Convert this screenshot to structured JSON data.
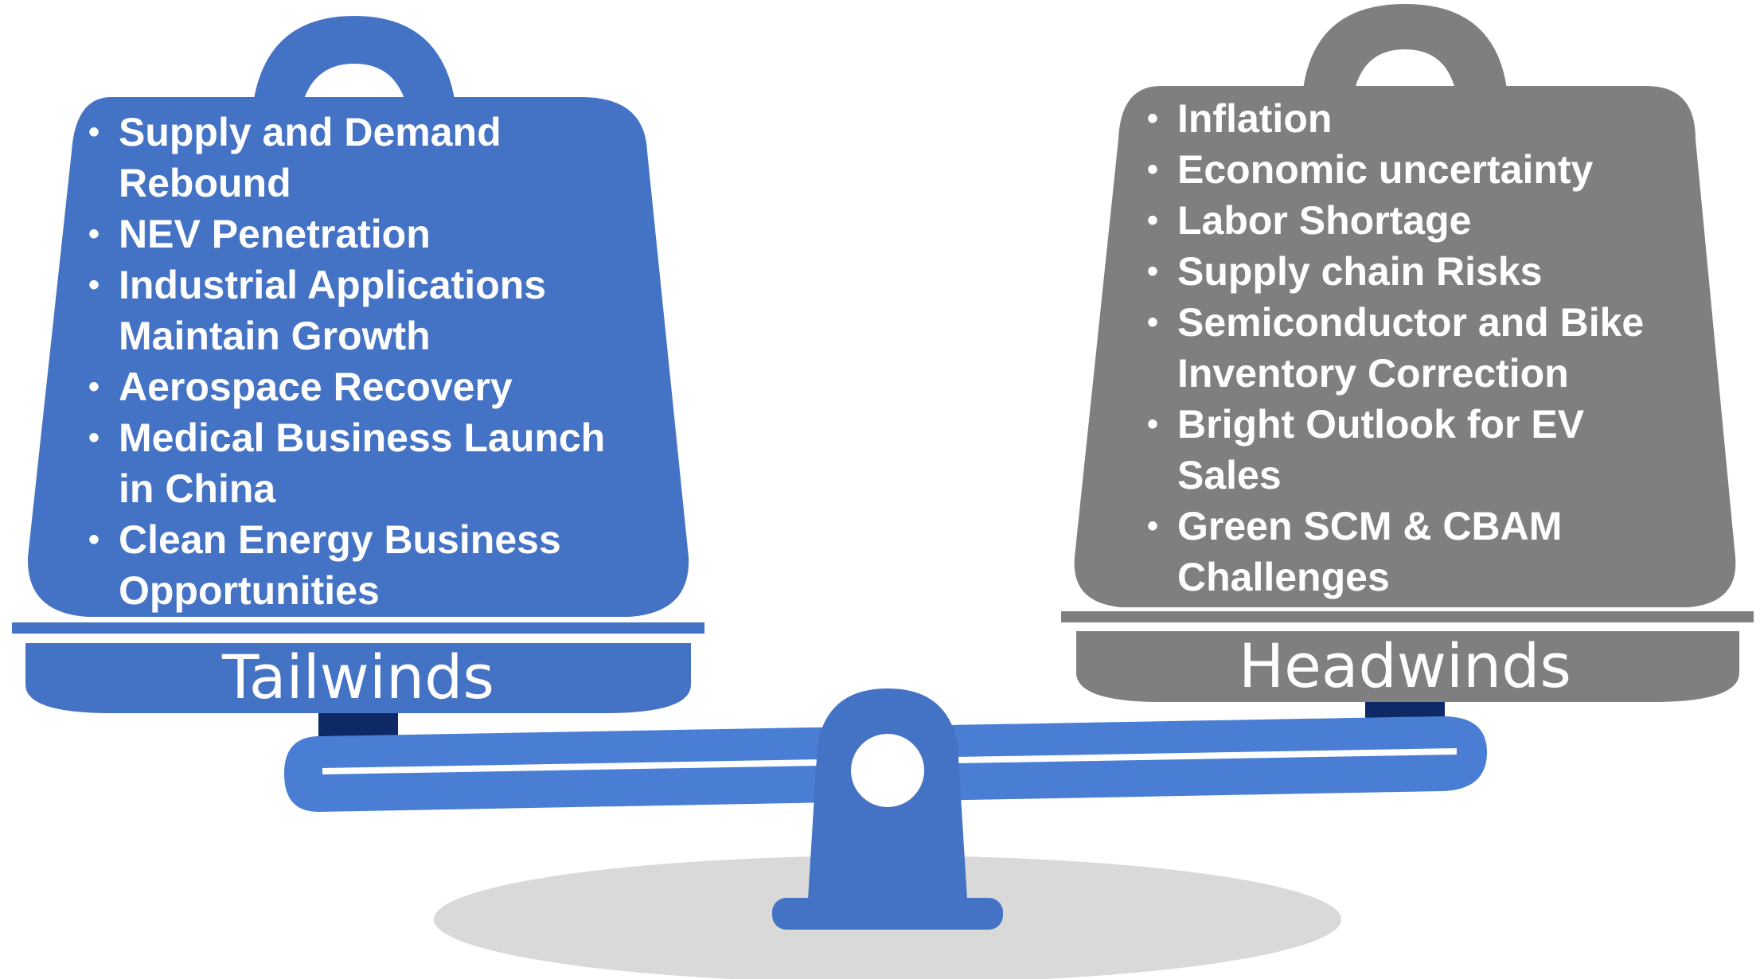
{
  "colors": {
    "tailwinds": "#4472C4",
    "headwinds": "#7F7F7F",
    "beam": "#4A7DD4",
    "connector": "#0E2A66",
    "shadow": "#D9D9D9",
    "text": "#FFFFFF"
  },
  "tailwinds": {
    "label": "Tailwinds",
    "items": [
      {
        "lines": [
          "Supply and Demand",
          "Rebound"
        ]
      },
      {
        "lines": [
          "NEV Penetration"
        ]
      },
      {
        "lines": [
          "Industrial Applications",
          "Maintain Growth"
        ]
      },
      {
        "lines": [
          "Aerospace Recovery"
        ]
      },
      {
        "lines": [
          "Medical Business Launch",
          "in China"
        ]
      },
      {
        "lines": [
          "Clean Energy Business",
          "Opportunities"
        ]
      }
    ]
  },
  "headwinds": {
    "label": "Headwinds",
    "items": [
      {
        "lines": [
          "Inflation"
        ]
      },
      {
        "lines": [
          "Economic uncertainty"
        ]
      },
      {
        "lines": [
          "Labor Shortage"
        ]
      },
      {
        "lines": [
          "Supply chain Risks"
        ]
      },
      {
        "lines": [
          "Semiconductor and Bike",
          "Inventory Correction"
        ]
      },
      {
        "lines": [
          "Bright Outlook for EV",
          "Sales"
        ]
      },
      {
        "lines": [
          "Green SCM & CBAM",
          "Challenges"
        ]
      }
    ]
  }
}
